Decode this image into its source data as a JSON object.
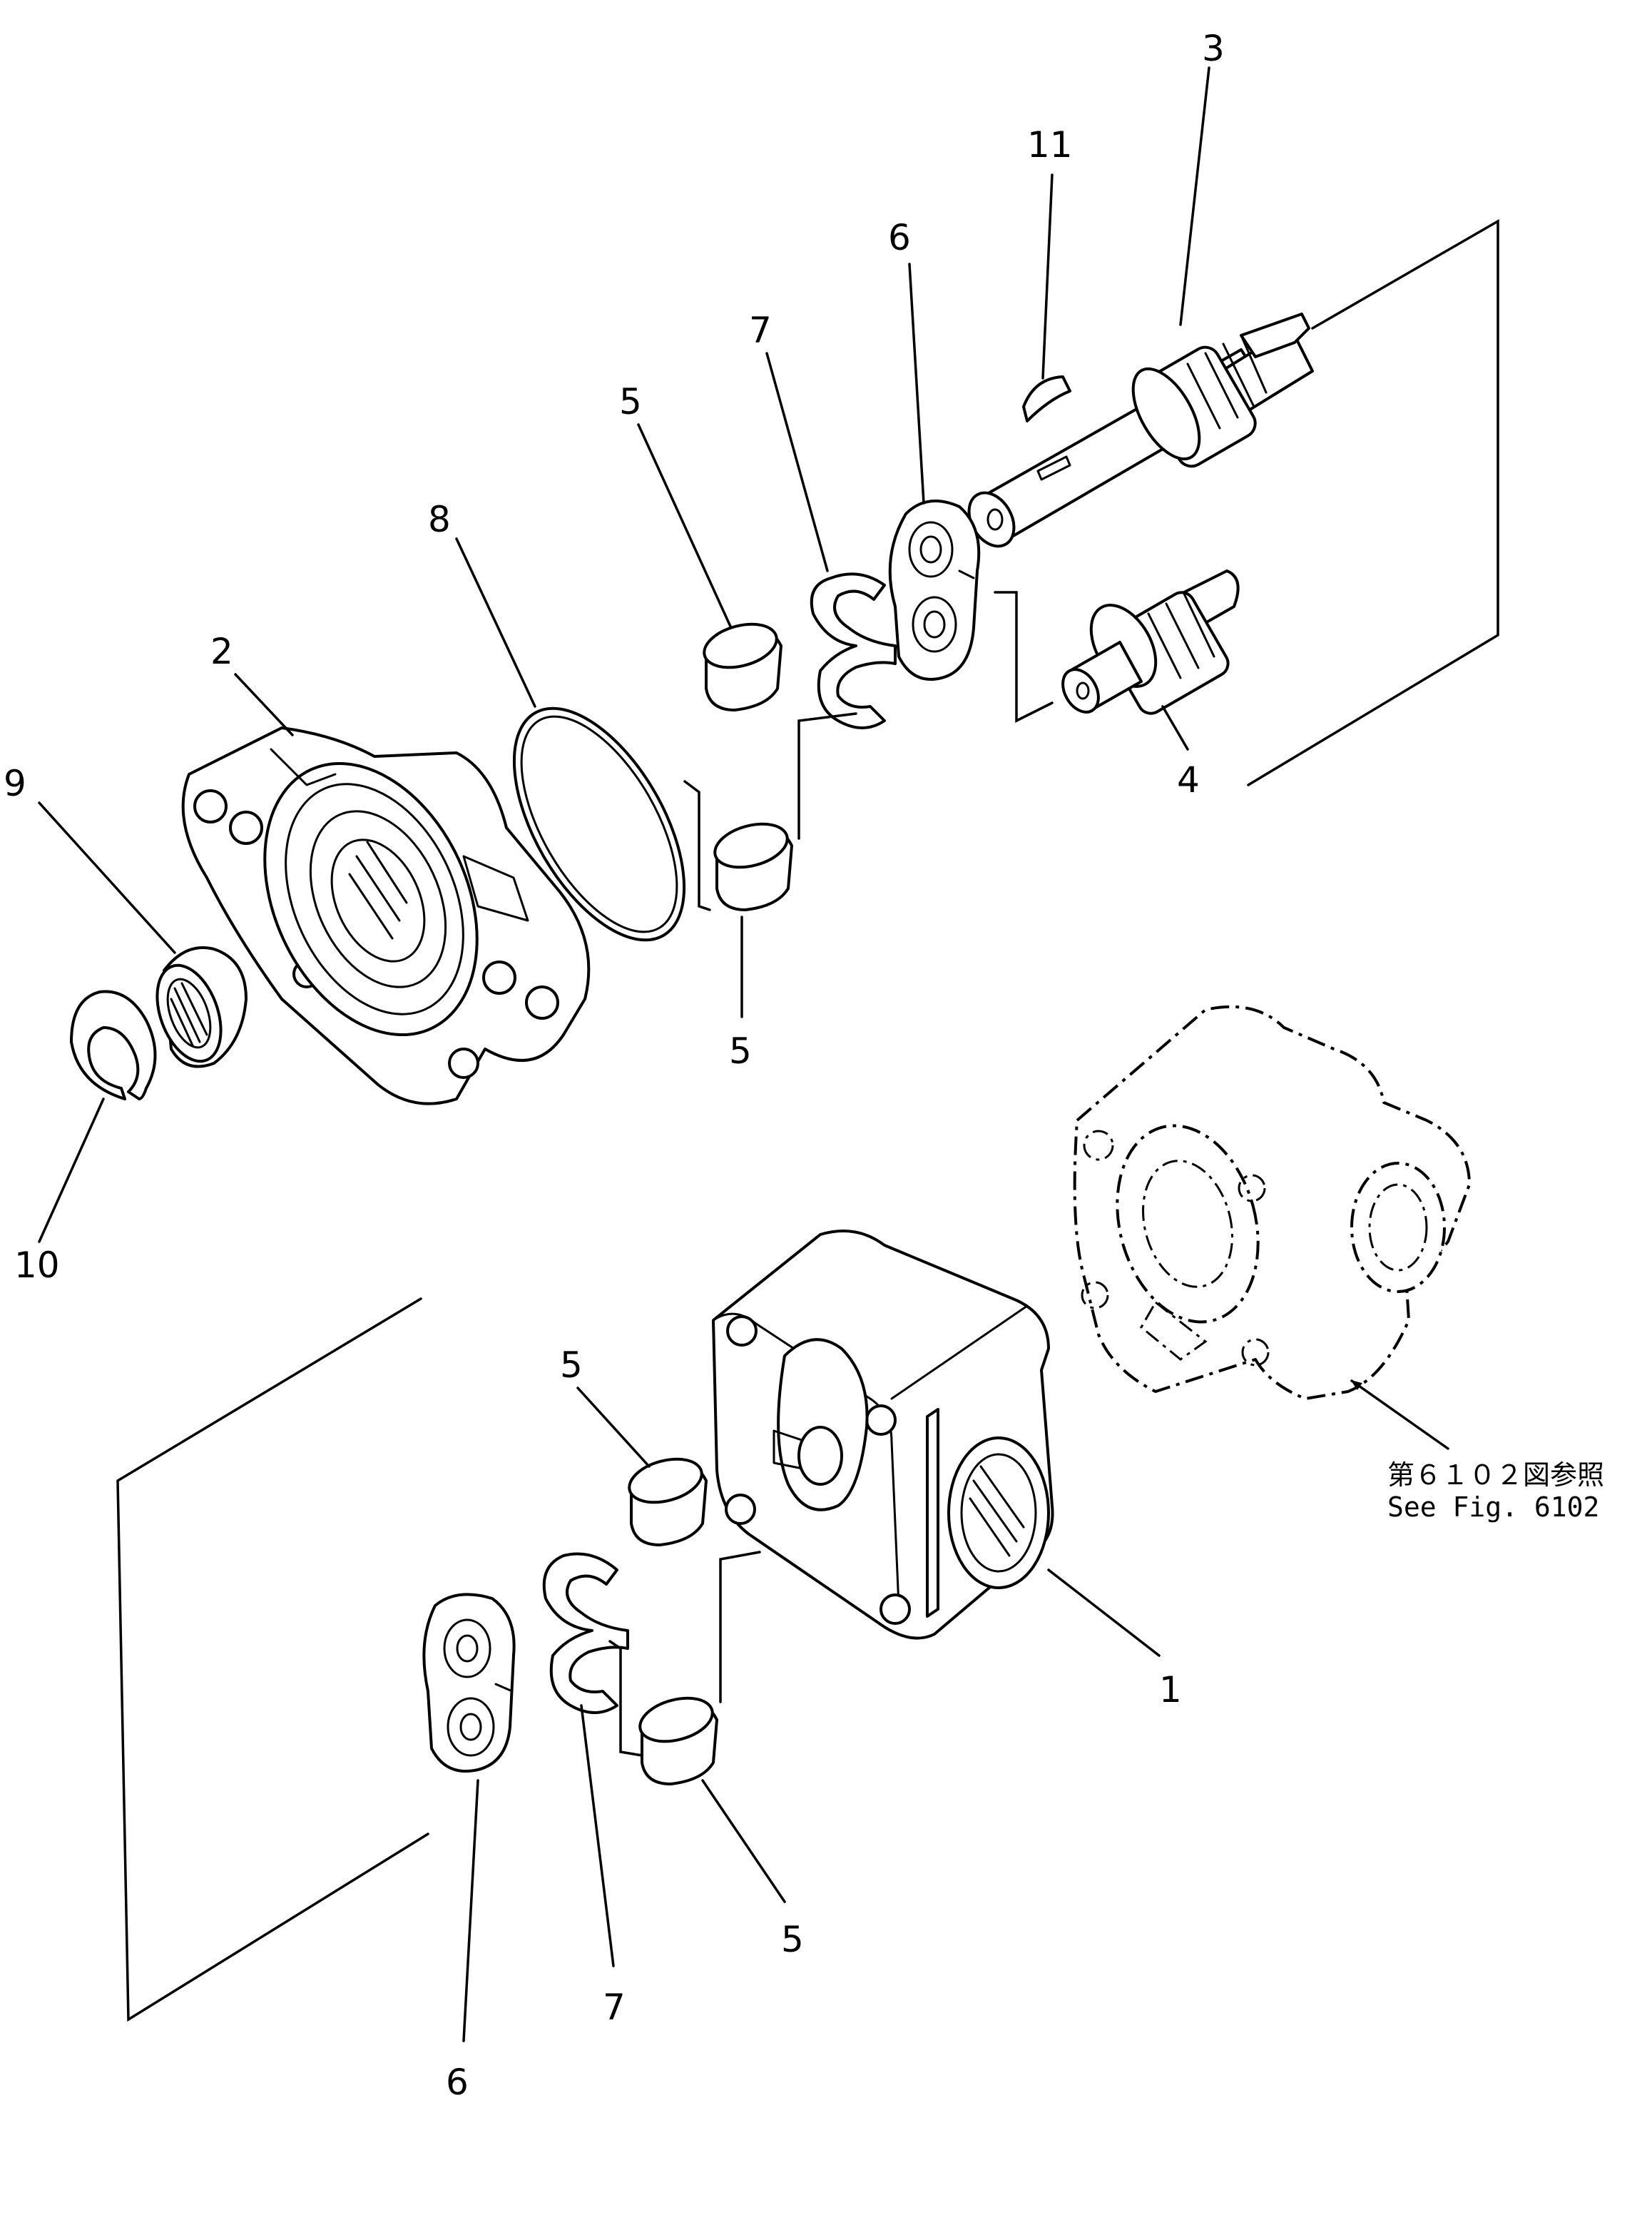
{
  "callouts": {
    "c1": "1",
    "c2": "2",
    "c3": "3",
    "c4": "4",
    "c5a": "5",
    "c5b": "5",
    "c5c": "5",
    "c5d": "5",
    "c6a": "6",
    "c6b": "6",
    "c7a": "7",
    "c7b": "7",
    "c8": "8",
    "c9": "9",
    "c10": "10",
    "c11": "11"
  },
  "reference_note": {
    "japanese": "第６１０２図参照",
    "english": "See Fig. 6102"
  },
  "line_color": "#000000",
  "background_color": "#ffffff"
}
